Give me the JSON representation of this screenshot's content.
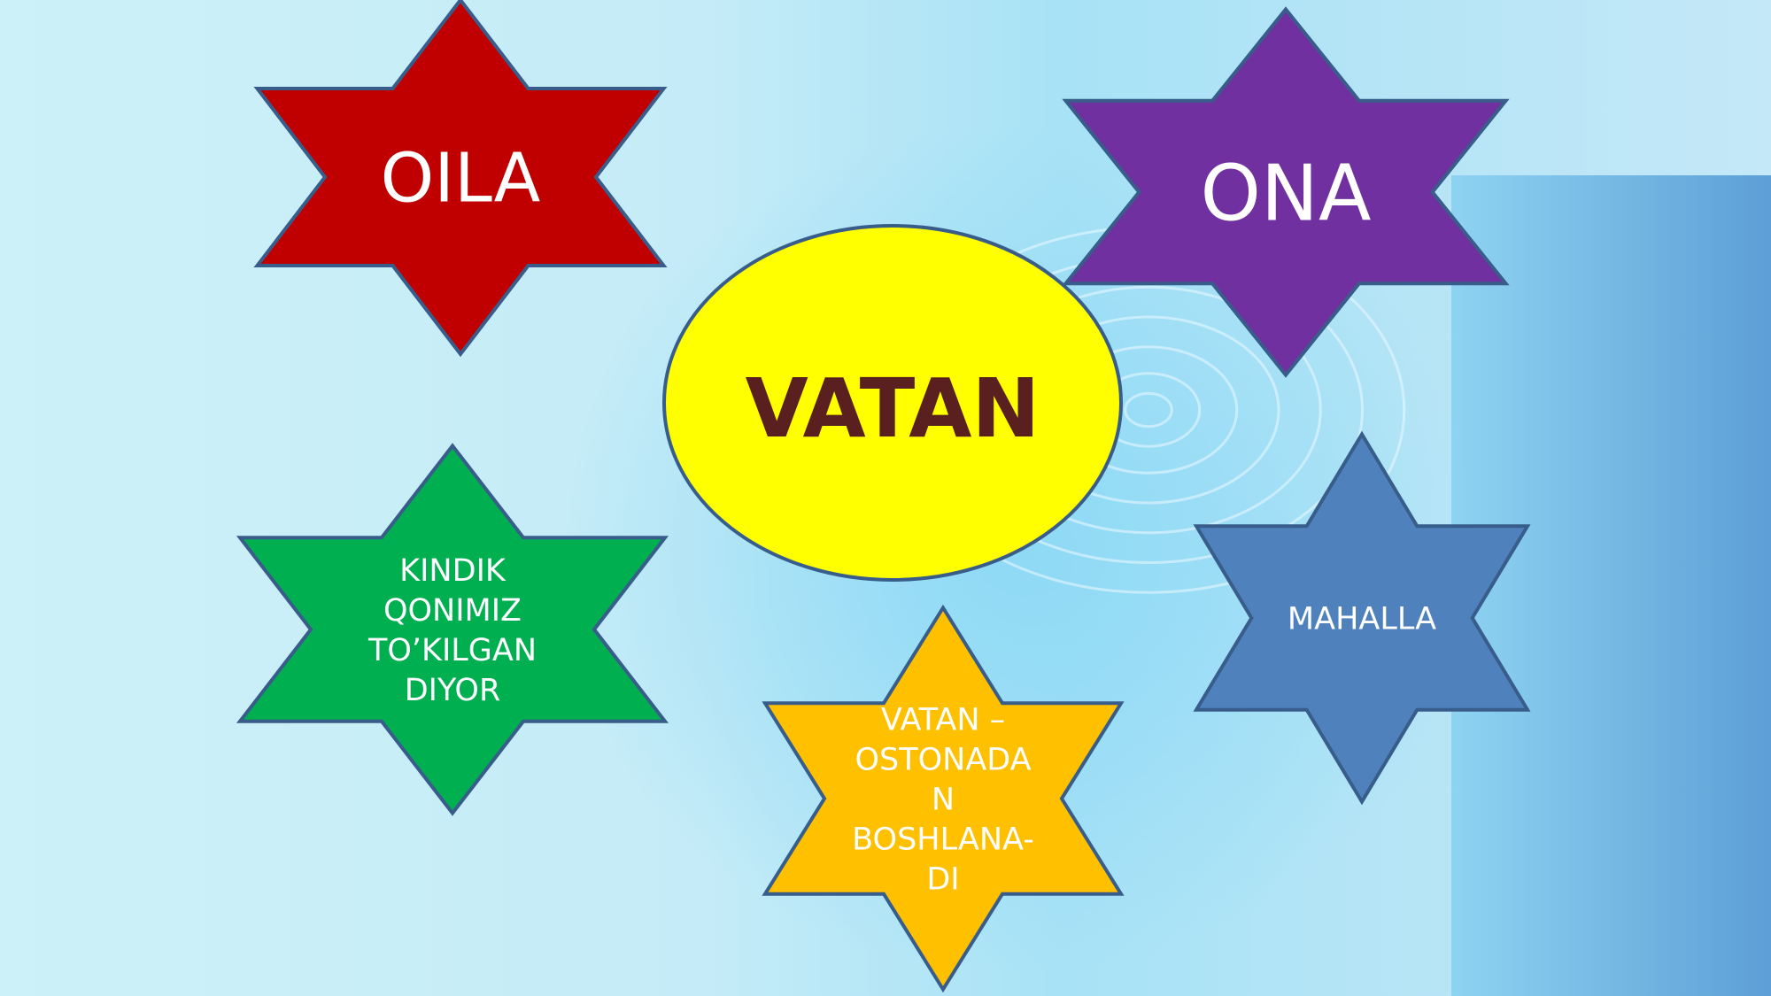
{
  "center": {
    "label": "VATAN",
    "color": "#ffff00"
  },
  "stars": [
    {
      "id": "oila",
      "lines": [
        "OILA"
      ],
      "color": "#c00000"
    },
    {
      "id": "ona",
      "lines": [
        "ONA"
      ],
      "color": "#7030a0"
    },
    {
      "id": "kindik",
      "lines": [
        "KINDIK",
        "QONIMIZ",
        "TO’KILGAN",
        "DIYOR"
      ],
      "color": "#00b050"
    },
    {
      "id": "vatan-ostonadan",
      "lines": [
        "VATAN –",
        "OSTONADA",
        "N",
        "BOSHLANA-",
        "DI"
      ],
      "color": "#ffc000"
    },
    {
      "id": "mahalla",
      "lines": [
        "MAHALLA"
      ],
      "color": "#4f81bd"
    }
  ],
  "outline_color": "#385d8a"
}
